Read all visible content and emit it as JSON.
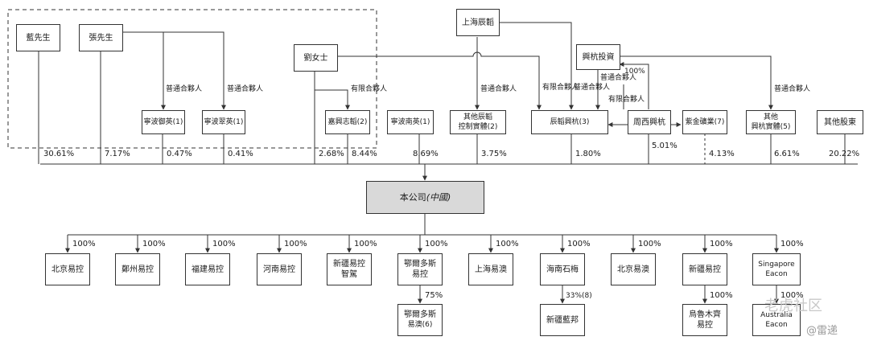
{
  "shareholders": {
    "mr_lan": "藍先生",
    "mr_zhang": "張先生",
    "ms_liu": "劉女士",
    "ningbo_yuying": "寧波御英(1)",
    "ningbo_jingying": "寧波翠英(1)",
    "jiaxing_zhirui": "嘉興志韜(2)",
    "ningbo_nanying": "寧波南英(1)",
    "shanghai_chenrui": "上海辰韜",
    "other_chenrui": [
      "其他辰韜",
      "控制實體(2)"
    ],
    "chenrui_xinghang": "辰韜興杭(3)",
    "xinghang_invest": "興杭投資",
    "zhouxi_xinghang": "周西興杭",
    "ziquan_mining": "紫金礦業(7)",
    "other_xinghang": [
      "其他",
      "興杭實體(5)"
    ],
    "other_holders": "其他股東"
  },
  "roles": {
    "gp": [
      "普通",
      "合夥人"
    ],
    "lp": [
      "有限",
      "合夥人"
    ],
    "hundred": "100%"
  },
  "holdings": {
    "mr_lan": "30.61%",
    "mr_zhang": "7.17%",
    "ningbo_yuying": "0.47%",
    "ningbo_jingying": "0.41%",
    "ms_liu": "2.68%",
    "jiaxing_zhirui": "8.44%",
    "ningbo_nanying": "8.69%",
    "other_chenrui": "3.75%",
    "chenrui_xinghang": "1.80%",
    "zhouxi_xinghang": "5.01%",
    "ziquan_mining": "4.13%",
    "other_xinghang": "6.61%",
    "other_holders": "20.22%"
  },
  "company": {
    "name": "本公司",
    "suffix": "(中國)"
  },
  "subsidiaries": {
    "beijing_yikong": "北京易控",
    "zhengzhou_yikong": "鄭州易控",
    "fujian_yikong": "福建易控",
    "henan_yikong": "河南易控",
    "xinjiang_zhijia": [
      "新疆易控",
      "智駕"
    ],
    "ordos_yikong": [
      "鄂爾多斯",
      "易控"
    ],
    "shanghai_yi": "上海易澳",
    "hainan_shimei": "海南石梅",
    "beijing_yi": "北京易澳",
    "xinjiang_yikong": "新疆易控",
    "singapore_eacon": [
      "Singapore",
      "Eacon"
    ],
    "ordos_yi": [
      "鄂爾多斯",
      "易澳(6)"
    ],
    "xinjiang_lanbang": "新疆藍邦",
    "urumqi_yikong": [
      "烏魯木齊",
      "易控"
    ],
    "australia_eacon": [
      "Australia",
      "Eacon"
    ]
  },
  "sub_pcts": {
    "beijing_yikong": "100%",
    "zhengzhou_yikong": "100%",
    "fujian_yikong": "100%",
    "henan_yikong": "100%",
    "xinjiang_zhijia": "100%",
    "ordos_yikong": "100%",
    "shanghai_yi": "100%",
    "hainan_shimei": "100%",
    "beijing_yi": "100%",
    "xinjiang_yikong": "100%",
    "singapore_eacon": "100%",
    "ordos_yi": "75%",
    "xinjiang_lanbang": "33%(8)",
    "urumqi_yikong": "100%",
    "australia_eacon": "100%"
  },
  "watermark": {
    "main": "老虎社区",
    "sub": "@雷递"
  },
  "colors": {
    "line": "#333333",
    "company_fill": "#d9d9d9",
    "border": "#333333"
  }
}
